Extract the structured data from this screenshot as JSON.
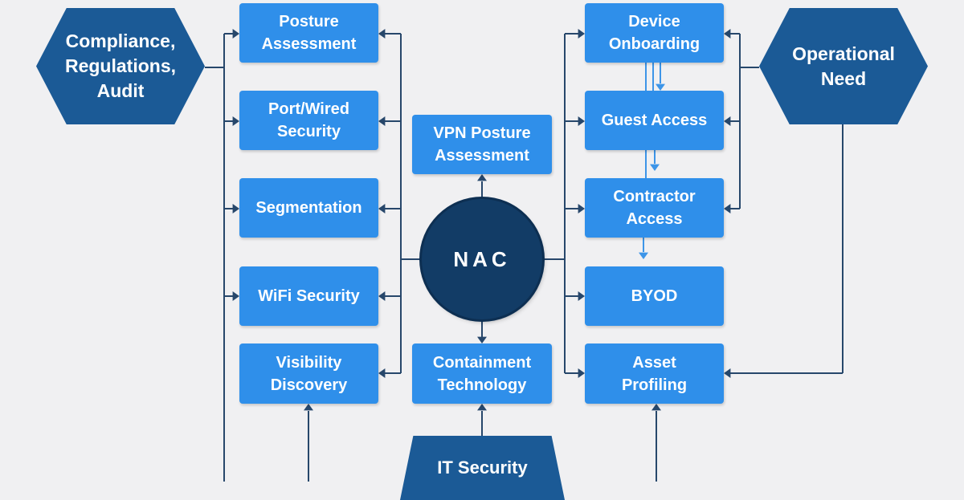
{
  "colors": {
    "box": "#2f8fea",
    "hexagon": "#1b5a96",
    "hub": "#123c66",
    "line_dark": "#27476b",
    "line_light": "#3d95e8",
    "background": "#f0f0f2"
  },
  "diagram": {
    "hub": "NAC",
    "drivers": {
      "compliance": "Compliance,\nRegulations,\nAudit",
      "operational": "Operational\nNeed",
      "it_security": "IT Security"
    },
    "left_boxes": {
      "posture": "Posture\nAssessment",
      "port_wired": "Port/Wired\nSecurity",
      "segmentation": "Segmentation",
      "wifi": "WiFi Security",
      "visibility": "Visibility\nDiscovery"
    },
    "center_boxes": {
      "vpn": "VPN Posture\nAssessment",
      "containment": "Containment\nTechnology"
    },
    "right_boxes": {
      "device_onboarding": "Device\nOnboarding",
      "guest": "Guest Access",
      "contractor": "Contractor\nAccess",
      "byod": "BYOD",
      "asset": "Asset\nProfiling"
    }
  }
}
